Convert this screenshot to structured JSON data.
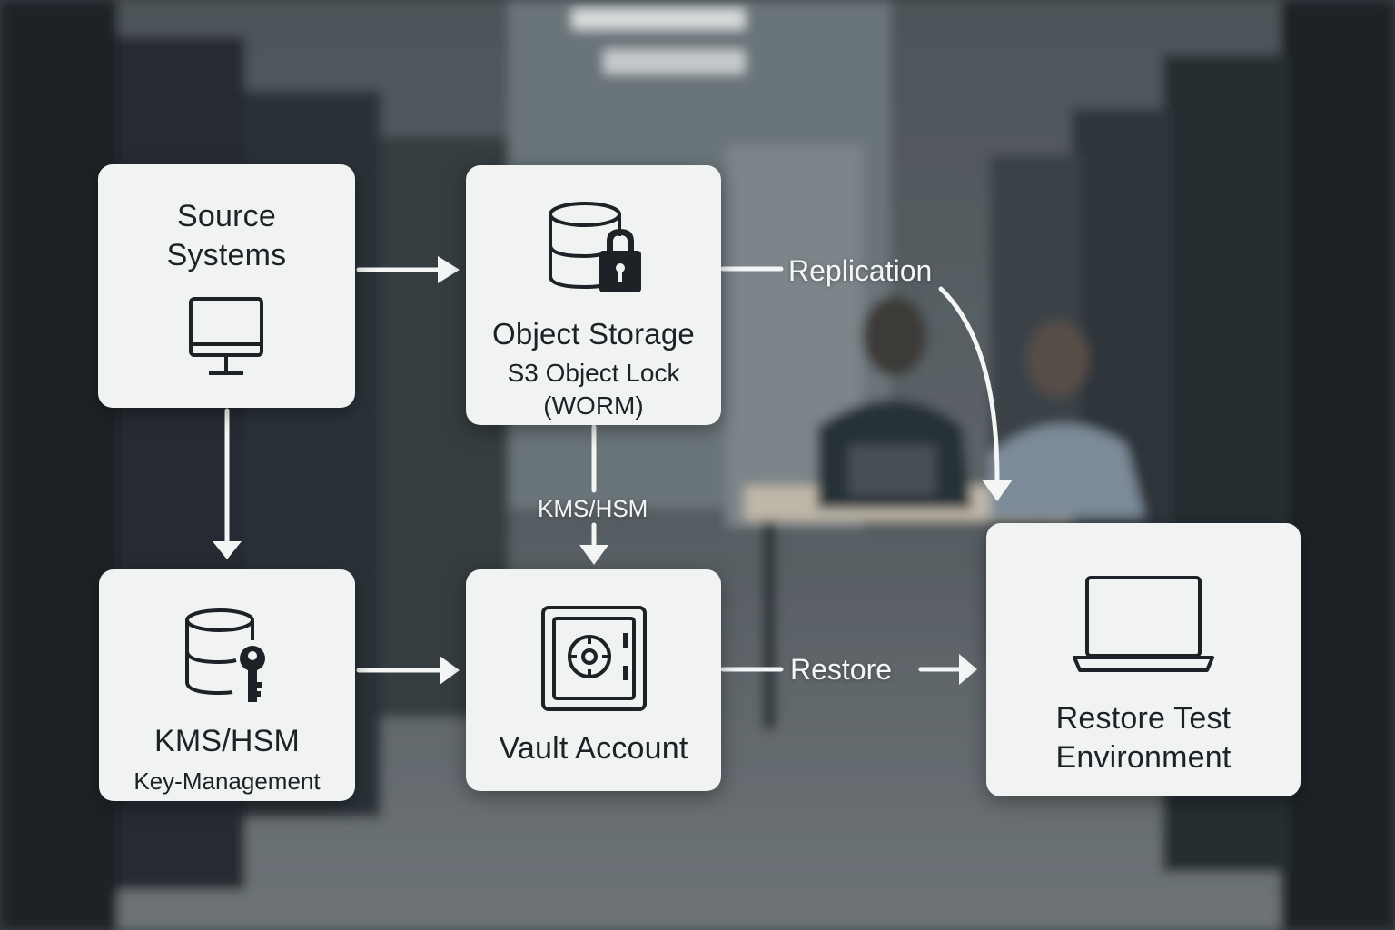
{
  "nodes": {
    "source": {
      "title_line1": "Source",
      "title_line2": "Systems",
      "icon": "monitor-icon"
    },
    "object_storage": {
      "title": "Object Storage",
      "sub_line1": "S3 Object Lock",
      "sub_line2": "(WORM)",
      "icon": "database-lock-icon"
    },
    "kms": {
      "title": "KMS/HSM",
      "sub": "Key-Management",
      "icon": "database-key-icon"
    },
    "vault": {
      "title": "Vault Account",
      "icon": "safe-icon"
    },
    "restore_env": {
      "title_line1": "Restore Test",
      "title_line2": "Environment",
      "icon": "laptop-icon"
    }
  },
  "edges": {
    "replication": "Replication",
    "kms_hsm": "KMS/HSM",
    "restore": "Restore"
  },
  "colors": {
    "node_bg": "#f1f2f2",
    "arrow": "#f4f5f5",
    "icon": "#1c2226"
  }
}
